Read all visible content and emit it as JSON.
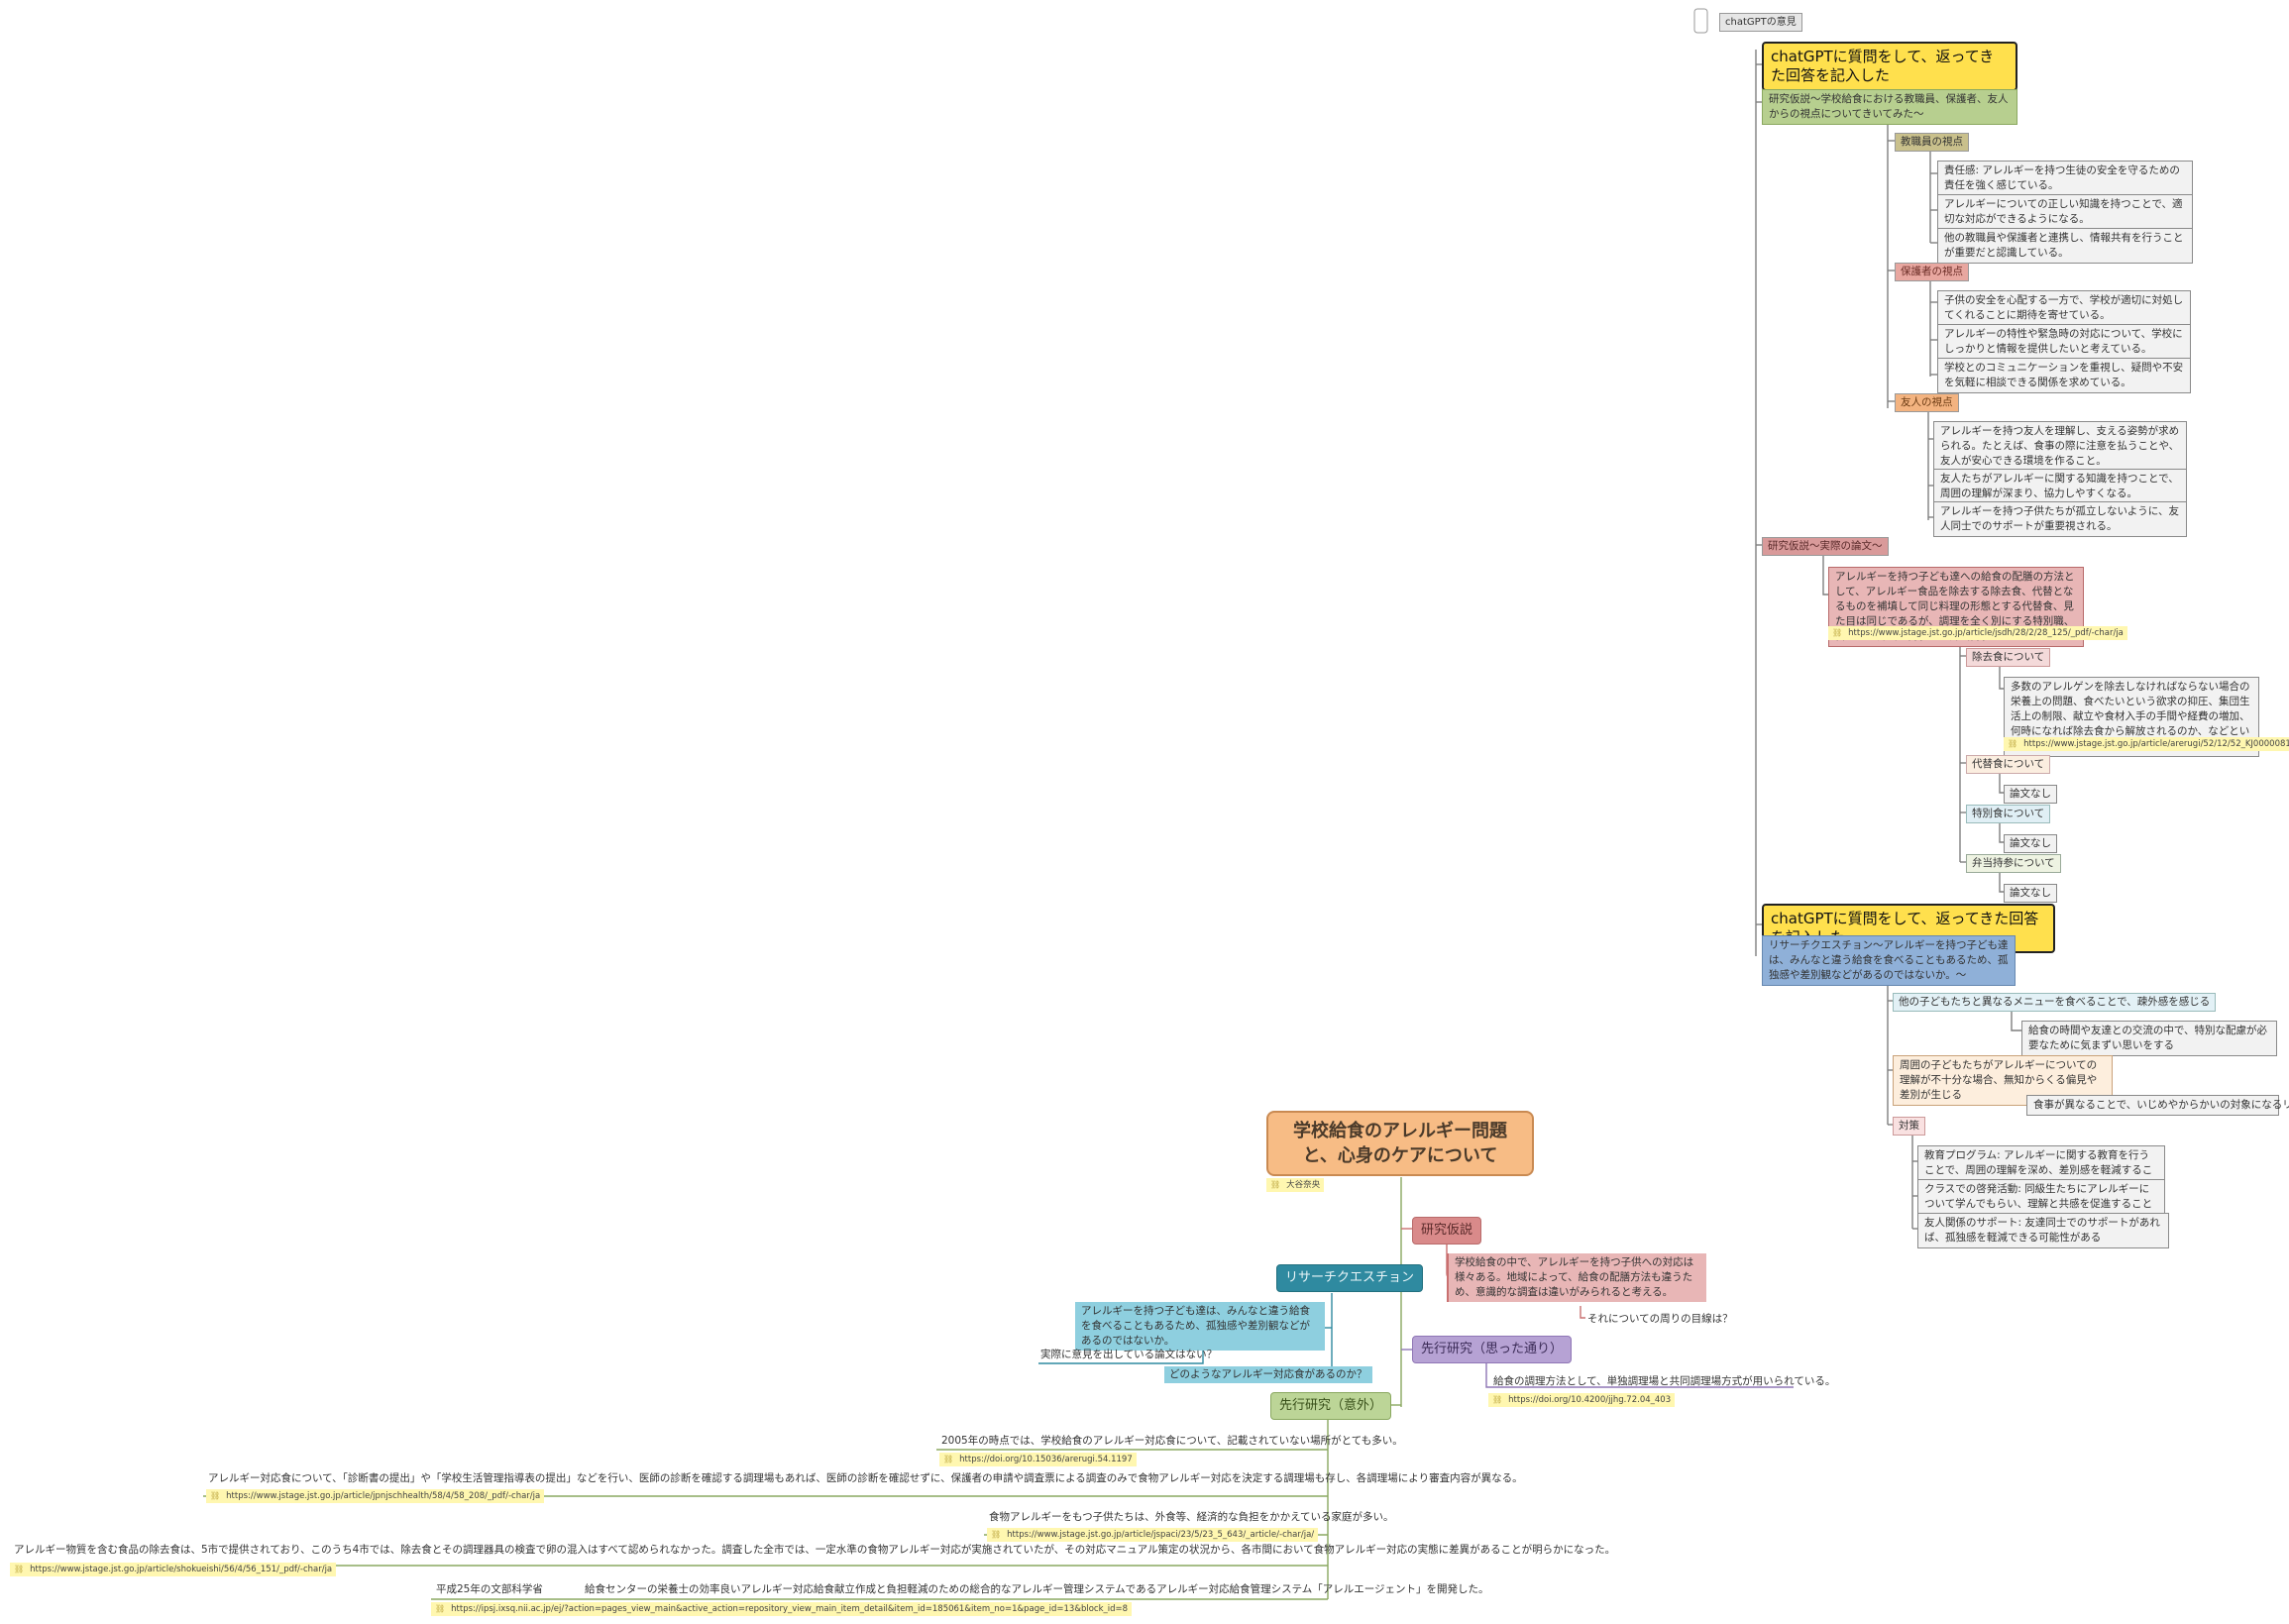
{
  "root": {
    "title": "学校給食のアレルギー問題と、心身のケアについて",
    "author": "大谷奈央"
  },
  "top_note": {
    "label": "chatGPTの意見"
  },
  "gpt_section_1": {
    "header": "chatGPTに質問をして、返ってきた回答を記入した",
    "hypothesis_title": "研究仮説〜学校給食における教職員、保護者、友人からの視点についてきいてみた〜",
    "teacher": {
      "label": "教職員の視点",
      "items": [
        "責任感: アレルギーを持つ生徒の安全を守るための責任を強く感じている。",
        "アレルギーについての正しい知識を持つことで、適切な対応ができるようになる。",
        "他の教職員や保護者と連携し、情報共有を行うことが重要だと認識している。"
      ]
    },
    "parent": {
      "label": "保護者の視点",
      "items": [
        "子供の安全を心配する一方で、学校が適切に対処してくれることに期待を寄せている。",
        "アレルギーの特性や緊急時の対応について、学校にしっかりと情報を提供したいと考えている。",
        "学校とのコミュニケーションを重視し、疑問や不安を気軽に相談できる関係を求めている。"
      ]
    },
    "friend": {
      "label": "友人の視点",
      "items": [
        "アレルギーを持つ友人を理解し、支える姿勢が求められる。たとえば、食事の際に注意を払うことや、友人が安心できる環境を作ること。",
        "友人たちがアレルギーに関する知識を持つことで、周囲の理解が深まり、協力しやすくなる。",
        "アレルギーを持つ子供たちが孤立しないように、友人同士でのサポートが重要視される。"
      ]
    },
    "paper_title": "研究仮説〜実際の論文〜",
    "paper_summary": "アレルギーを持つ子ども達への給食の配膳の方法として、アレルギー食品を除去する除去食、代替となるものを補填して同じ料理の形態とする代替食、見た目は同じであるが、調理を全く別にする特別職、自宅から弁当を持参する弁当持参がある。",
    "paper_url": "https://www.jstage.jst.go.jp/article/jsdh/28/2/28_125/_pdf/-char/ja",
    "removal": {
      "label": "除去食について",
      "text": "多数のアレルゲンを除去しなければならない場合の栄養上の問題、食べたいという欲求の抑圧、集団生活上の制限、献立や食材入手の手間や経費の増加、何時になれば除去食から解放されるのか、などといった、保護者の不安がある。",
      "url": "https://www.jstage.jst.go.jp/article/arerugi/52/12/52_KJ00000817..."
    },
    "substitute": {
      "label": "代替食について",
      "note": "論文なし"
    },
    "special": {
      "label": "特別食について",
      "note": "論文なし"
    },
    "bento": {
      "label": "弁当持参について",
      "note": "論文なし"
    }
  },
  "gpt_section_2": {
    "header": "chatGPTに質問をして、返ってきた回答を記入した",
    "rq": "リサーチクエスチョン〜アレルギーを持つ子ども達は、みんなと違う給食を食べることもあるため、孤独感や差別観などがあるのではないか。〜",
    "exclusion": {
      "label": "他の子どもたちと異なるメニューを食べることで、疎外感を感じる",
      "text": "給食の時間や友達との交流の中で、特別な配慮が必要なために気まずい思いをする"
    },
    "prejudice": {
      "label": "周囲の子どもたちがアレルギーについての理解が不十分な場合、無知からくる偏見や差別が生じる",
      "text": "食事が異なることで、いじめやからかいの対象になるリスクがある"
    },
    "measures": {
      "label": "対策",
      "items": [
        "教育プログラム: アレルギーに関する教育を行うことで、周囲の理解を深め、差別感を軽減することができる",
        "クラスでの啓発活動: 同級生たちにアレルギーについて学んでもらい、理解と共感を促進することが重要",
        "友人関係のサポート: 友達同士でのサポートがあれば、孤独感を軽減できる可能性がある"
      ]
    }
  },
  "hypothesis": {
    "label": "研究仮説",
    "text": "学校給食の中で、アレルギーを持つ子供への対応は様々ある。地域によって、給食の配膳方法も違うため、意識的な調査は違いがみられると考える。",
    "sub": "それについての周りの目線は？"
  },
  "research_question": {
    "label": "リサーチクエスチョン",
    "text": "アレルギーを持つ子ども達は、みんなと違う給食を食べることもあるため、孤独感や差別観などがあるのではないか。",
    "q1": "実際に意見を出している論文はない？",
    "q2": "どのようなアレルギー対応食があるのか？"
  },
  "prior_expected": {
    "label": "先行研究（思った通り）",
    "text": "給食の調理方法として、単独調理場と共同調理場方式が用いられている。",
    "url": "https://doi.org/10.4200/jjhg.72.04_403"
  },
  "prior_unexpected": {
    "label": "先行研究（意外）",
    "items": [
      {
        "text": "2005年の時点では、学校給食のアレルギー対応食について、記載されていない場所がとても多い。",
        "url": "https://doi.org/10.15036/arerugi.54.1197"
      },
      {
        "text": "アレルギー対応食について、「診断書の提出」や「学校生活管理指導表の提出」などを行い、医師の診断を確認する調理場もあれば、医師の診断を確認せずに、保護者の申請や調査票による調査のみで食物アレルギー対応を決定する調理場も存し、各調理場により審査内容が異なる。",
        "url": "https://www.jstage.jst.go.jp/article/jpnjschhealth/58/4/58_208/_pdf/-char/ja"
      },
      {
        "text": "食物アレルギーをもつ子供たちは、外食等、経済的な負担をかかえている家庭が多い。",
        "url": "https://www.jstage.jst.go.jp/article/jspaci/23/5/23_5_643/_article/-char/ja/"
      },
      {
        "text": "アレルギー物質を含む食品の除去食は、5市で提供されており、このうち4市では、除去食とその調理器具の検査で卵の混入はすべて認められなかった。調査した全市では、一定水準の食物アレルギー対応が実施されていたが、その対応マニュアル策定の状況から、各市間において食物アレルギー対応の実態に差異があることが明らかになった。",
        "url": "https://www.jstage.jst.go.jp/article/shokueishi/56/4/56_151/_pdf/-char/ja"
      },
      {
        "text": "給食センターの栄養士の効率良いアレルギー対応給食献立作成と負担軽減のための総合的なアレルギー管理システムであるアレルギー対応給食管理システム「アレルエージェント」を開発した。",
        "prefix": "平成25年の文部科学省",
        "url": "https://ipsj.ixsq.nii.ac.jp/ej/?action=pages_view_main&active_action=repository_view_main_item_detail&item_id=185061&item_no=1&page_id=13&block_id=8"
      }
    ]
  },
  "colors": {
    "root": "#f7bc85",
    "gpt_header": "#ffe04d",
    "hypothesis": "#d98a8a",
    "rq": "#2f8aa0",
    "prior_expected": "#a48cc4",
    "prior_unexpected": "#b7cf8f"
  }
}
